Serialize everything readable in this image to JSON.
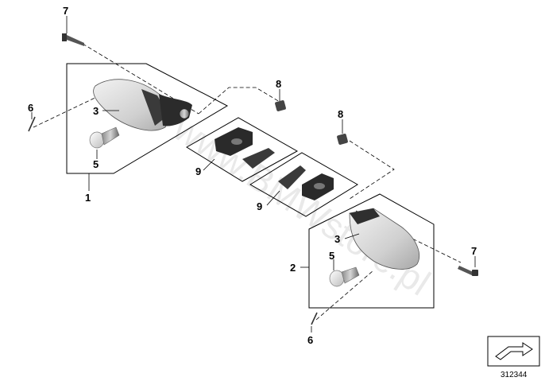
{
  "callouts": {
    "c7_top": "7",
    "c8_mid": "8",
    "c6_left": "6",
    "c3_left": "3",
    "c5_left": "5",
    "c1": "1",
    "c9_upper": "9",
    "c9_lower": "9",
    "c8_right": "8",
    "c3_right": "3",
    "c5_right": "5",
    "c2": "2",
    "c7_right": "7",
    "c6_bottom": "6"
  },
  "watermark": "www.BMWstore.pl",
  "diagram_number": "312344",
  "navigation_icon": "arrow-forward-icon"
}
